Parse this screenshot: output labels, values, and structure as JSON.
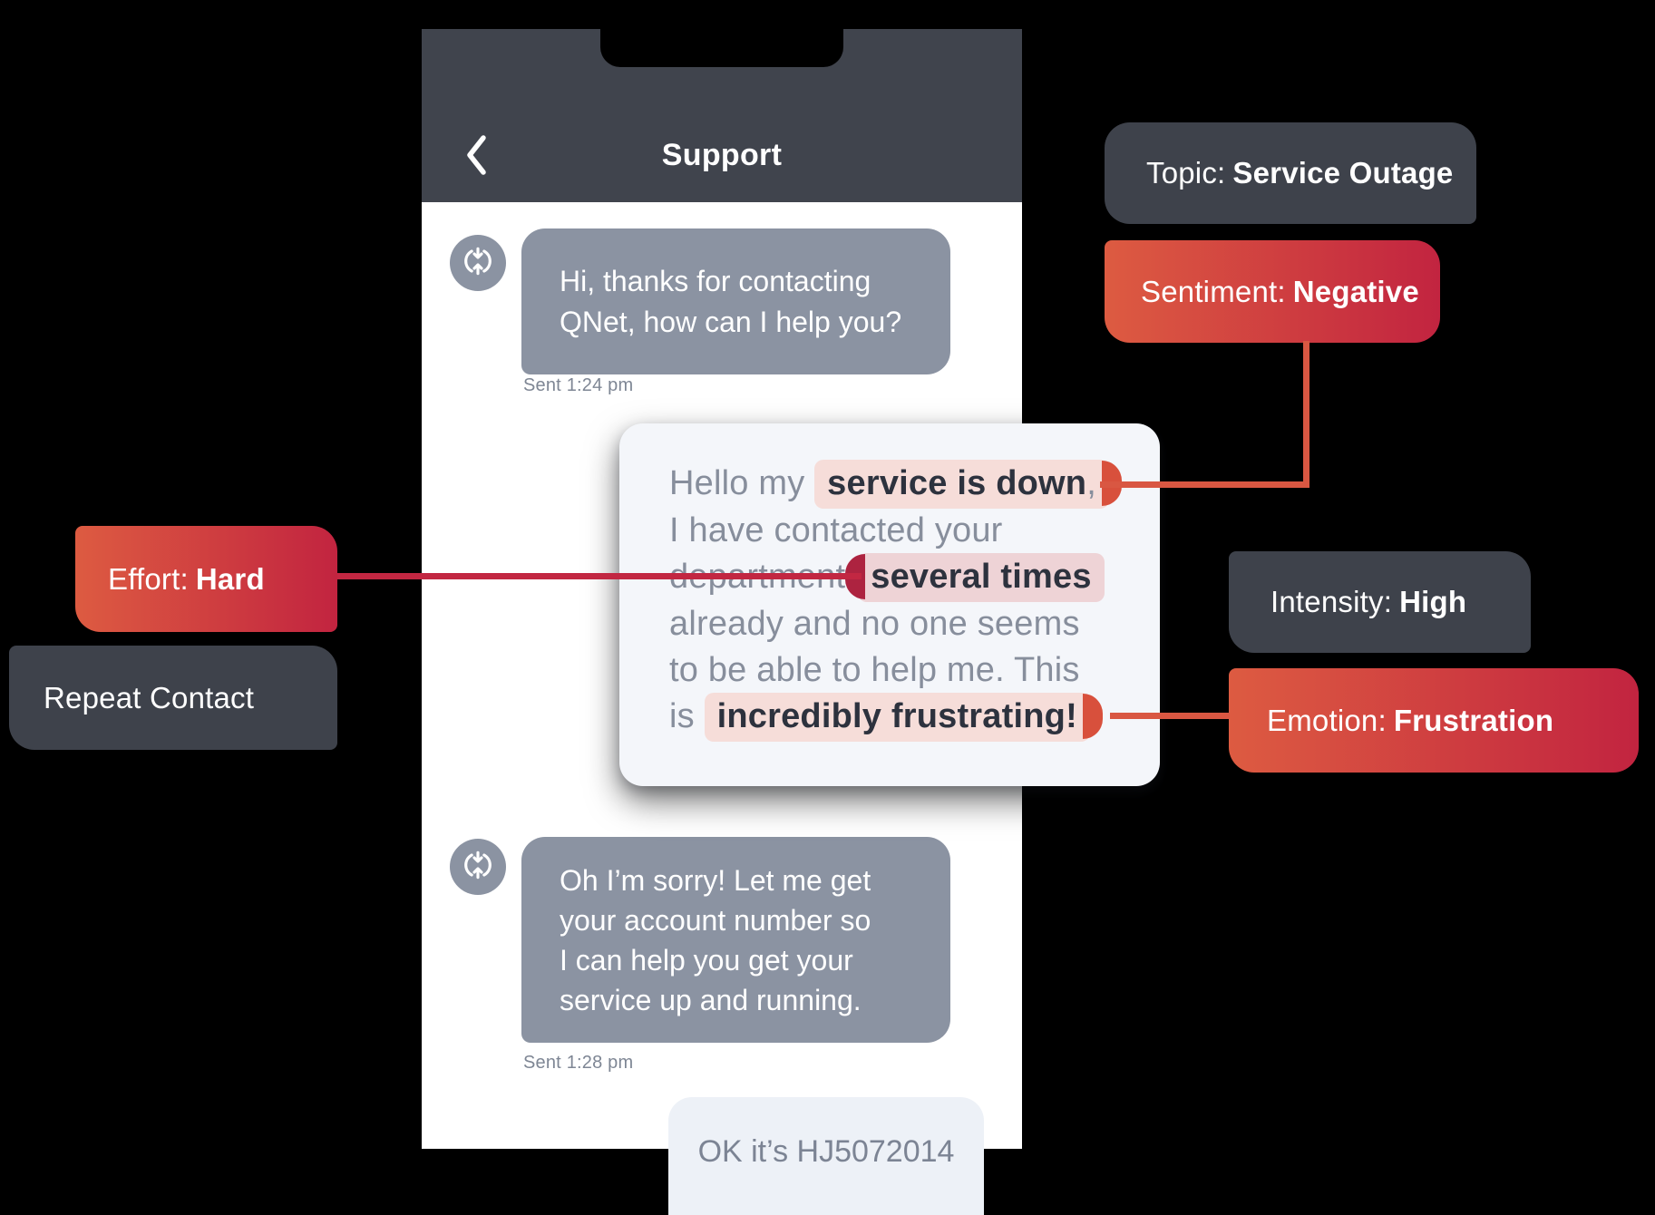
{
  "header": {
    "title": "Support"
  },
  "icons": {
    "back": "chevron-left",
    "avatar": "sync-arrows"
  },
  "messages": {
    "agent1": {
      "line1": "Hi, thanks for contacting",
      "line2": "QNet, how can I help you?",
      "sent": "Sent 1:24 pm"
    },
    "customer_highlighted": {
      "l1_pre": "Hello my ",
      "l1_hl": "service is down",
      "l1_comma": ",",
      "l2": "I have contacted your",
      "l3_pre": "department",
      "l3_hl": "several times",
      "l4": "already and no one seems",
      "l5": "to be able to help me. This",
      "l6_pre": "is ",
      "l6_hl": "incredibly frustrating!"
    },
    "agent2": {
      "line1": "Oh I’m sorry! Let me get",
      "line2": "your account number so",
      "line3": "I can help you get your",
      "line4": "service up and running.",
      "sent": "Sent 1:28 pm"
    },
    "customer2": {
      "text": "OK it’s HJ5072014"
    }
  },
  "annotations": {
    "topic": {
      "label": "Topic: ",
      "value": "Service Outage"
    },
    "sentiment": {
      "label": "Sentiment: ",
      "value": "Negative"
    },
    "effort": {
      "label": "Effort: ",
      "value": "Hard"
    },
    "repeat_contact": {
      "label": "Repeat Contact"
    },
    "intensity": {
      "label": "Intensity: ",
      "value": "High"
    },
    "emotion": {
      "label": "Emotion: ",
      "value": "Frustration"
    }
  },
  "colors": {
    "dark_label": "#3e424b",
    "red_gradient_start": "#dd5b41",
    "red_gradient_end": "#c22440",
    "connector_orange": "#d95742",
    "connector_crimson": "#c22742",
    "highlight_pink": "#f6ddd9",
    "highlight_pink_dark": "#eed3d6",
    "bubble_gray": "#8b93a2",
    "header_dark": "#40444d",
    "card_bg": "#f4f6fa"
  }
}
